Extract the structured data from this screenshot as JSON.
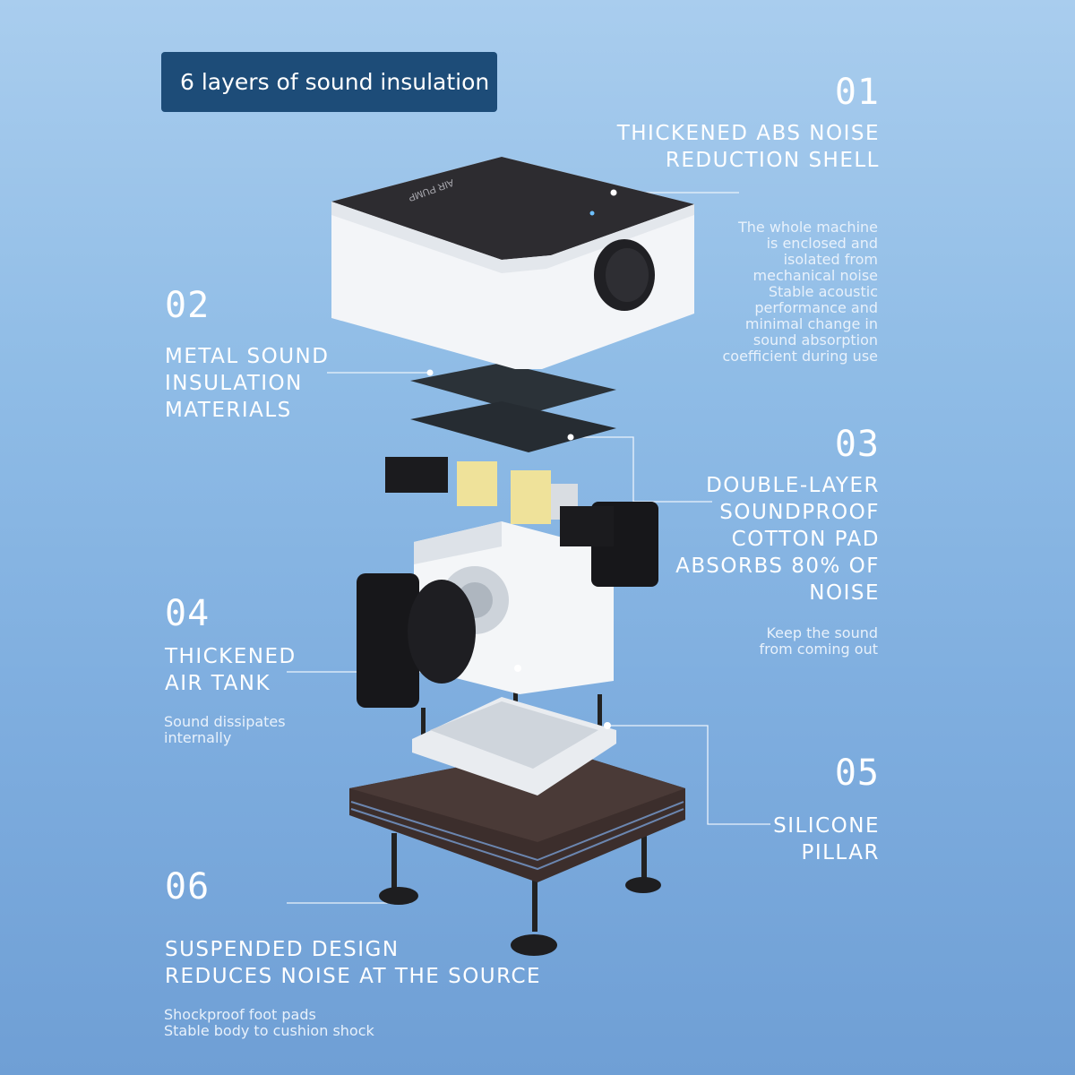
{
  "badge": "6 layers of sound insulation",
  "device_label": "AIR PUMP",
  "features": [
    {
      "num": "01",
      "title": "THICKENED ABS NOISE\nREDUCTION SHELL",
      "desc": "The whole machine\nis enclosed and\nisolated from\nmechanical noise\nStable acoustic\nperformance and\nminimal change in\nsound absorption\ncoefficient during use"
    },
    {
      "num": "02",
      "title": "METAL SOUND\nINSULATION\nMATERIALS",
      "desc": ""
    },
    {
      "num": "03",
      "title": "DOUBLE-LAYER\nSOUNDPROOF\nCOTTON PAD\nABSORBS 80% OF\nNOISE",
      "desc": "Keep the sound\nfrom coming out"
    },
    {
      "num": "04",
      "title": "THICKENED\nAIR TANK",
      "desc": "Sound dissipates\ninternally"
    },
    {
      "num": "05",
      "title": "SILICONE\nPILLAR",
      "desc": ""
    },
    {
      "num": "06",
      "title": "SUSPENDED DESIGN\nREDUCES NOISE AT THE SOURCE",
      "desc": "Shockproof foot pads\nStable body to cushion shock"
    }
  ],
  "colors": {
    "badge": "#1d4c78",
    "text": "#ffffff",
    "shell": "#f2f5f9",
    "lid": "#2c2b2e",
    "base": "#3a2d2b"
  }
}
